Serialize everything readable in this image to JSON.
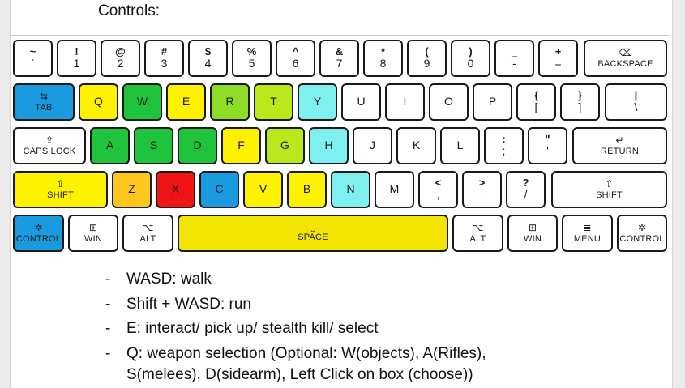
{
  "heading": "Controls:",
  "colors": {
    "blue": "#1a9be0",
    "yellow": "#fff200",
    "green": "#20c43c",
    "lime": "#8fdc28",
    "ygreen": "#b9e81c",
    "cyan": "#7ff0f0",
    "orange": "#ffc61e",
    "red": "#f01414",
    "ygold": "#f1e400"
  },
  "keys": {
    "tilde": {
      "t": "~",
      "b": "`"
    },
    "k1": {
      "t": "!",
      "b": "1"
    },
    "k2": {
      "t": "@",
      "b": "2"
    },
    "k3": {
      "t": "#",
      "b": "3"
    },
    "k4": {
      "t": "$",
      "b": "4"
    },
    "k5": {
      "t": "%",
      "b": "5"
    },
    "k6": {
      "t": "^",
      "b": "6"
    },
    "k7": {
      "t": "&",
      "b": "7"
    },
    "k8": {
      "t": "*",
      "b": "8"
    },
    "k9": {
      "t": "(",
      "b": "9"
    },
    "k0": {
      "t": ")",
      "b": "0"
    },
    "minus": {
      "t": "_",
      "b": "-"
    },
    "plus": {
      "t": "+",
      "b": "="
    },
    "backspace": {
      "ic": "⌫",
      "l": "BACKSPACE"
    },
    "tab": {
      "ic": "⇆",
      "l": "TAB"
    },
    "q": "Q",
    "w": "W",
    "e": "E",
    "r": "R",
    "t": "T",
    "y": "Y",
    "u": "U",
    "i": "I",
    "o": "O",
    "p": "P",
    "lbrace": {
      "t": "{",
      "b": "["
    },
    "rbrace": {
      "t": "}",
      "b": "]"
    },
    "pipe": {
      "t": "|",
      "b": "\\"
    },
    "caps": {
      "ic": "⇪",
      "l": "CAPS LOCK"
    },
    "a": "A",
    "s": "S",
    "d": "D",
    "f": "F",
    "g": "G",
    "h": "H",
    "j": "J",
    "k": "K",
    "l": "L",
    "colon": {
      "t": ":",
      "b": ";"
    },
    "quote": {
      "t": "\"",
      "b": "'"
    },
    "return": {
      "ic": "↵",
      "l": "RETURN"
    },
    "shiftl": {
      "ic": "⇧",
      "l": "SHIFT"
    },
    "z": "Z",
    "x": "X",
    "c": "C",
    "v": "V",
    "b": "B",
    "n": "N",
    "m": "M",
    "lt": {
      "t": "<",
      "b": ","
    },
    "gt": {
      "t": ">",
      "b": "."
    },
    "qmark": {
      "t": "?",
      "b": "/"
    },
    "shiftr": {
      "ic": "⇧",
      "l": "SHIFT"
    },
    "ctrll": {
      "ic": "✲",
      "l": "CONTROL"
    },
    "winl": {
      "ic": "⊞",
      "l": "WIN"
    },
    "altl": {
      "ic": "⌥",
      "l": "ALT"
    },
    "space": {
      "ic": "⎵",
      "l": "SPACE"
    },
    "altr": {
      "ic": "⌥",
      "l": "ALT"
    },
    "winr": {
      "ic": "⊞",
      "l": "WIN"
    },
    "menu": {
      "ic": "≣",
      "l": "MENU"
    },
    "ctrlr": {
      "ic": "✲",
      "l": "CONTROL"
    }
  },
  "notes": [
    {
      "dash": "-",
      "text": "WASD: walk"
    },
    {
      "dash": "-",
      "text": "Shift + WASD: run"
    },
    {
      "dash": "-",
      "text": "E: interact/ pick up/ stealth kill/ select"
    },
    {
      "dash": "-",
      "text": "Q: weapon selection (Optional: W(objects), A(Rifles),"
    }
  ],
  "note_continuation": "S(melees), D(sidearm), Left Click on box (choose))"
}
